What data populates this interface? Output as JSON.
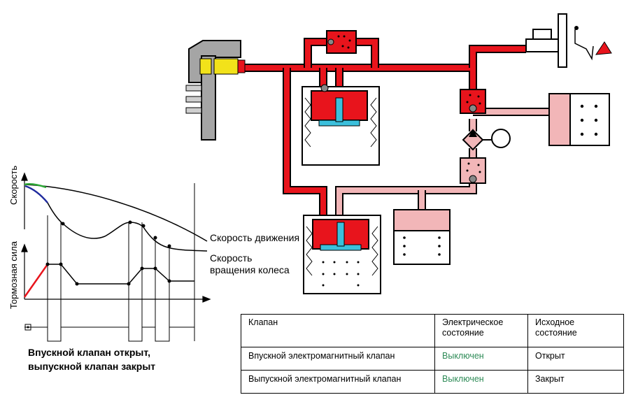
{
  "labels": {
    "vehicle_speed": "Скорость движения",
    "wheel_speed_line1": "Скорость",
    "wheel_speed_line2": "вращения колеса",
    "axis_speed": "Скорость",
    "axis_brake_force": "Тормозная сила"
  },
  "caption": {
    "line1": "Впускной клапан открыт,",
    "line2": "выпускной клапан закрыт"
  },
  "table": {
    "headers": [
      "Клапан",
      "Электрическое состояние",
      "Исходное состояние"
    ],
    "rows": [
      [
        "Впускной электромагнитный клапан",
        "Выключен",
        "Открыт"
      ],
      [
        "Выпускной электромагнитный клапан",
        "Выключен",
        "Закрыт"
      ]
    ]
  },
  "colors": {
    "high_pressure": "#e8141c",
    "low_pressure": "#f2b6b8",
    "valve_stem": "#3cc0dc",
    "sensor_yellow": "#f2e21a",
    "state_off": "#2e8b57"
  }
}
